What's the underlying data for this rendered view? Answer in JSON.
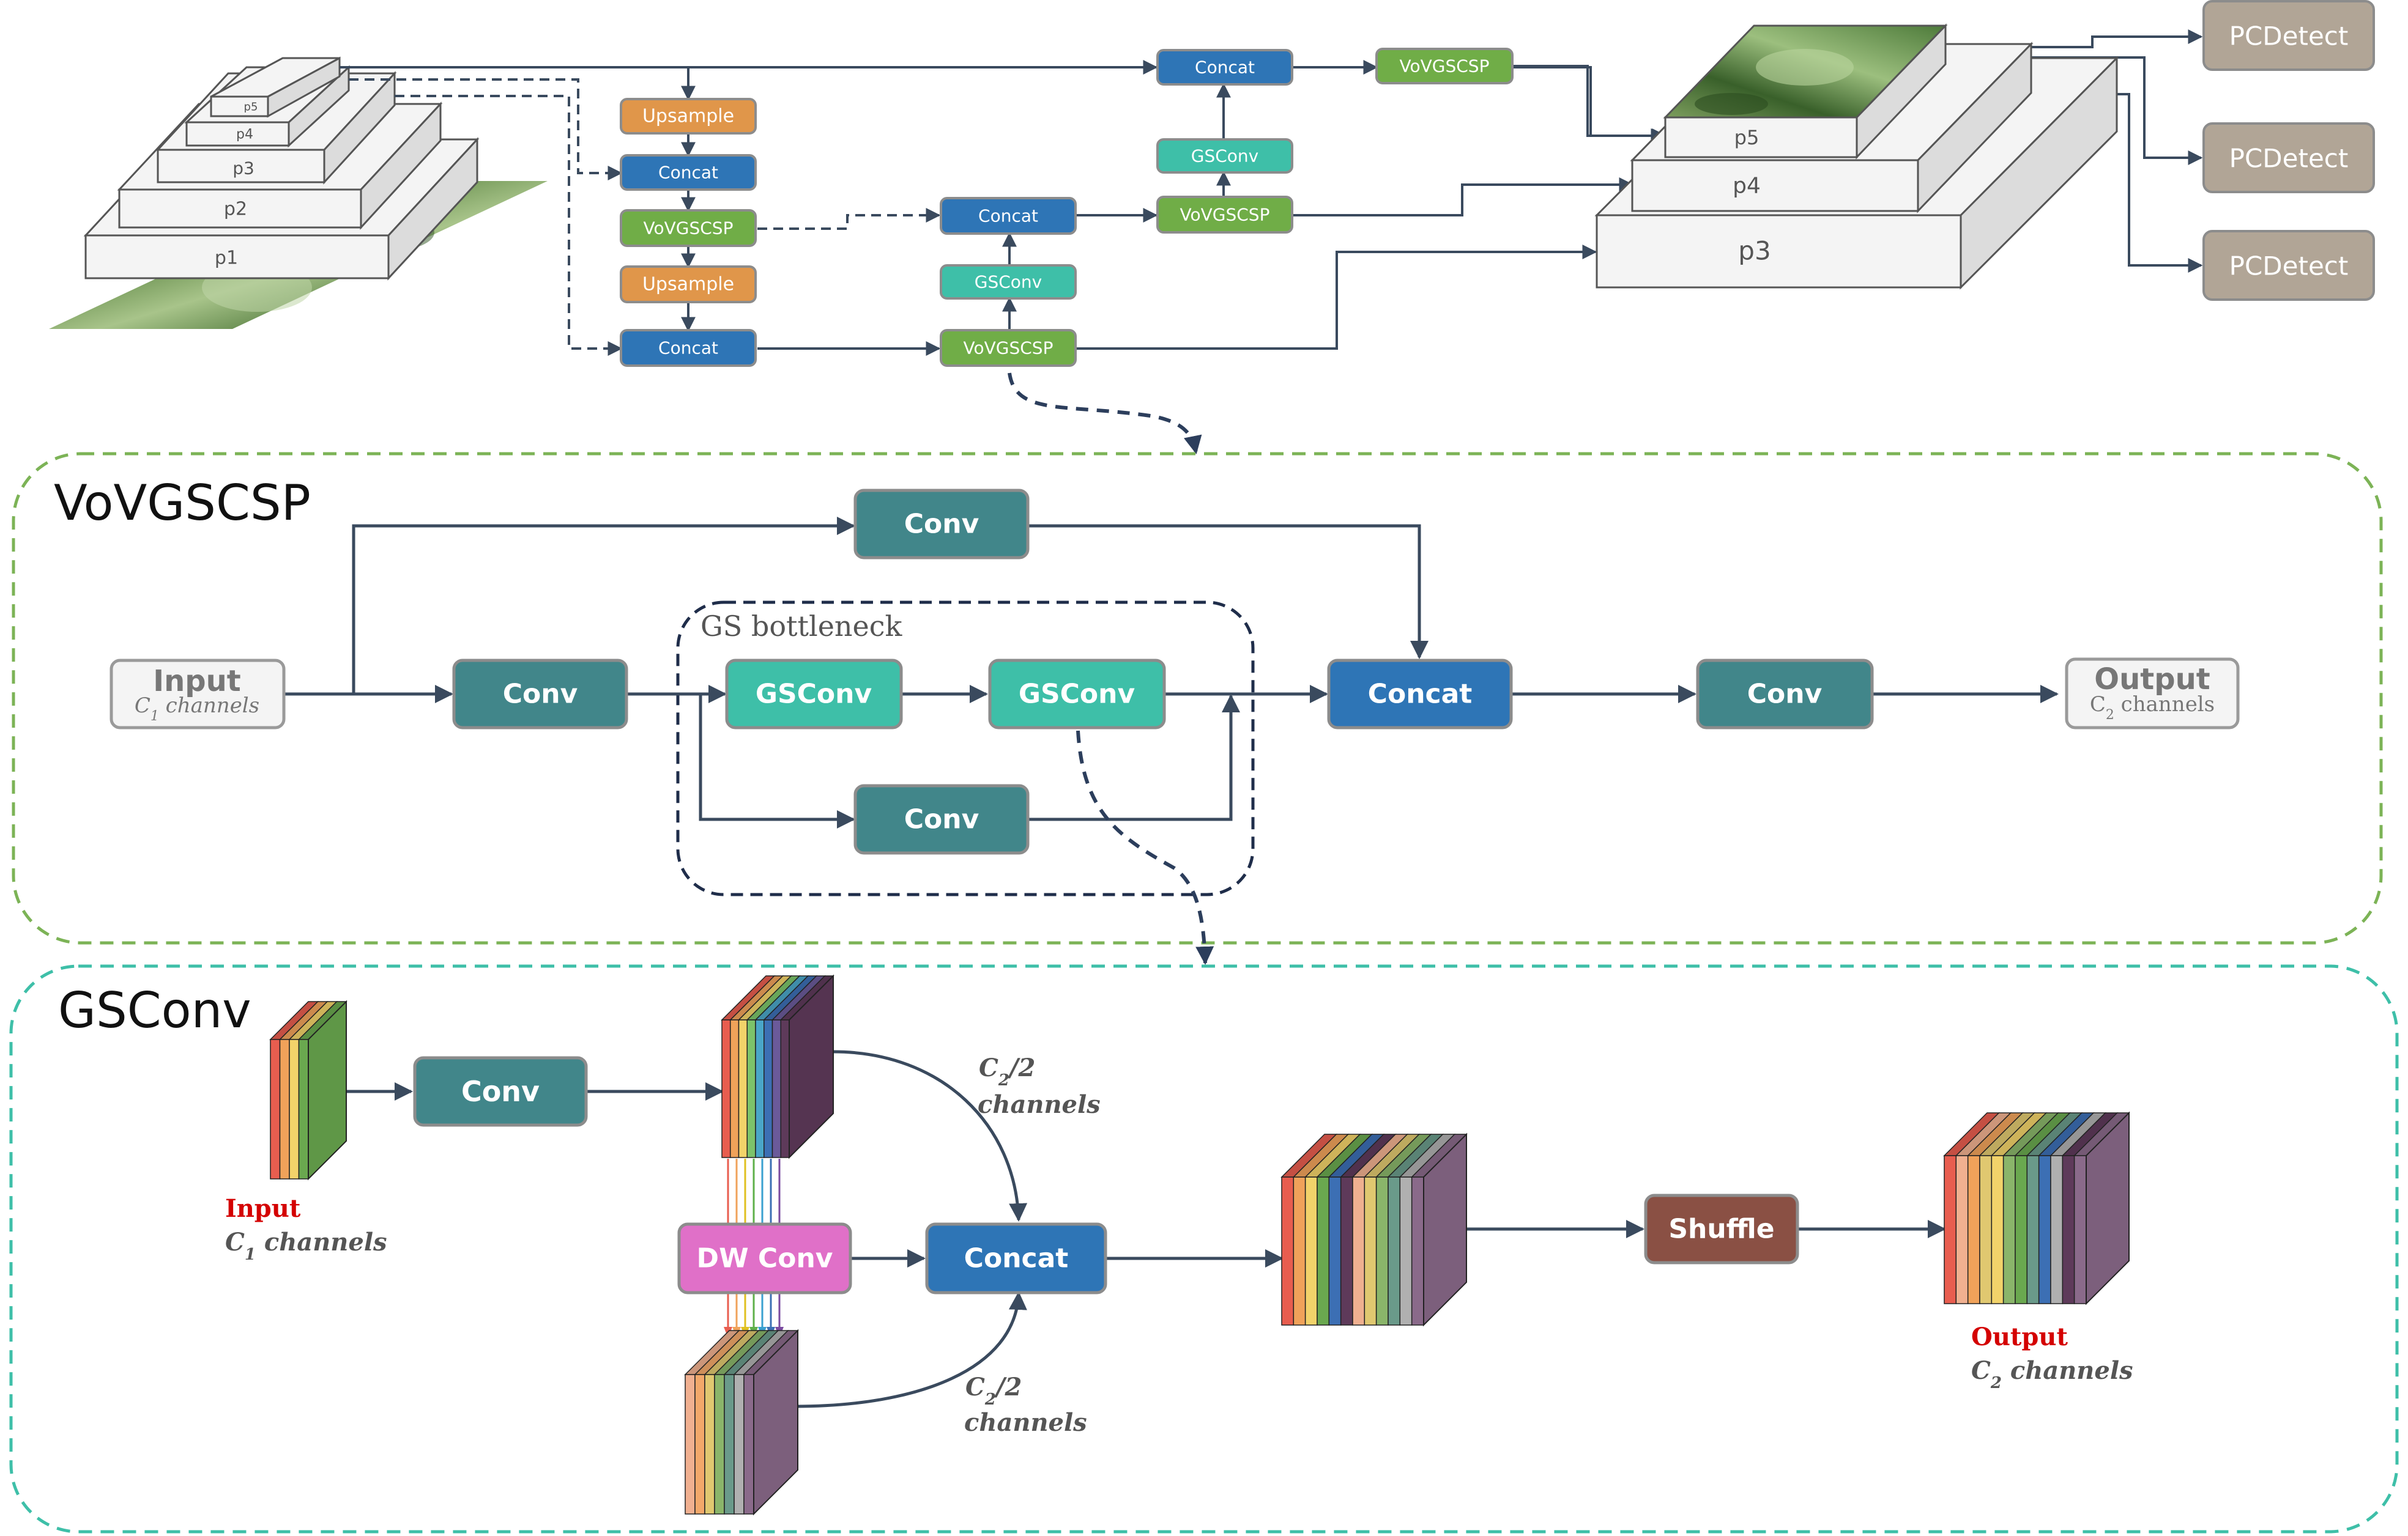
{
  "colors": {
    "concat": "#2e75b6",
    "vovgscsp": "#70ad47",
    "upsample": "#e0964a",
    "gsconv": "#3ebfa8",
    "conv": "#41868a",
    "pcdetect": "#b1a596",
    "dwconv": "#e070c8",
    "shuffle": "#8a5044",
    "io_box": "#f4f4f4",
    "red_text": "#d40000",
    "vov_border": "#7cb356",
    "gs_border": "#3ebfa8"
  },
  "neck": {
    "pyramid_levels": [
      "p5",
      "p4",
      "p3",
      "p2",
      "p1"
    ],
    "nodes": {
      "upsample_top": "Upsample",
      "concat_1": "Concat",
      "vovgscsp_1": "VoVGSCSP",
      "upsample_bottom": "Upsample",
      "concat_2": "Concat",
      "vovgscsp_2": "VoVGSCSP",
      "gsconv_1": "GSConv",
      "concat_3": "Concat",
      "vovgscsp_3": "VoVGSCSP",
      "gsconv_2": "GSConv",
      "concat_4": "Concat",
      "vovgscsp_4": "VoVGSCSP"
    },
    "output_levels": [
      "p5",
      "p4",
      "p3"
    ],
    "detect_heads": [
      "PCDetect",
      "PCDetect",
      "PCDetect"
    ]
  },
  "vovgscsp_panel": {
    "title": "VoVGSCSP",
    "input_title": "Input",
    "input_sub_prefix": "C",
    "input_sub_index": "1",
    "input_sub_suffix": " channels",
    "conv_top": "Conv",
    "conv_first": "Conv",
    "bottleneck_label": "GS bottleneck",
    "gsconv_a": "GSConv",
    "gsconv_b": "GSConv",
    "conv_branch": "Conv",
    "concat": "Concat",
    "conv_last": "Conv",
    "output_title": "Output",
    "output_sub_prefix": "C",
    "output_sub_index": "2",
    "output_sub_suffix": " channels"
  },
  "gsconv_panel": {
    "title": "GSConv",
    "input_label": "Input",
    "input_sub_prefix": "C",
    "input_sub_index": "1",
    "input_sub_suffix": " channels",
    "conv": "Conv",
    "dw_conv": "DW Conv",
    "concat": "Concat",
    "shuffle": "Shuffle",
    "half_top_prefix": "C",
    "half_top_index": "2",
    "half_top_suffix": "/2",
    "half_top_line2": "channels",
    "half_bottom_prefix": "C",
    "half_bottom_index": "2",
    "half_bottom_suffix": "/2",
    "half_bottom_line2": "channels",
    "output_label": "Output",
    "output_sub_prefix": "C",
    "output_sub_index": "2",
    "output_sub_suffix": " channels"
  }
}
